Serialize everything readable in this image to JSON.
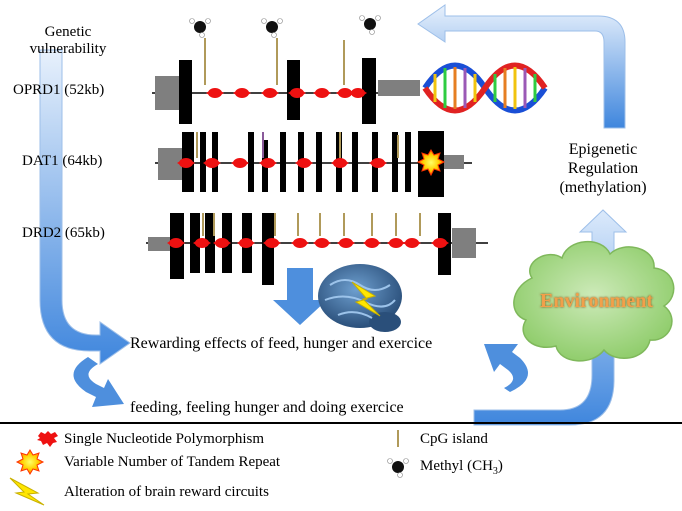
{
  "labels": {
    "genetic_vulnerability": "Genetic\nvulnerability",
    "epigenetic": "Epigenetic\nRegulation\n(methylation)",
    "environment": "Environment",
    "rewarding": "Rewarding effects of feed, hunger and exercice",
    "feeding": "feeding, feeling hunger and doing exercice"
  },
  "genes": [
    {
      "name": "OPRD1 (52kb)",
      "snp_count": 7,
      "cpg_count": 3,
      "methyl_count": 3
    },
    {
      "name": "DAT1 (64kb)",
      "snp_count": 7,
      "cpg_count": 4,
      "vntr_count": 1
    },
    {
      "name": "DRD2 (65kb)",
      "snp_count": 12,
      "cpg_count": 9
    }
  ],
  "legend": [
    {
      "icon": "snp-icon",
      "text": "Single Nucleotide Polymorphism"
    },
    {
      "icon": "vntr-icon",
      "text": "Variable Number of Tandem Repeat"
    },
    {
      "icon": "lightning-icon",
      "text": "Alteration of brain reward circuits"
    },
    {
      "icon": "cpg-icon",
      "text": "CpG island"
    },
    {
      "icon": "methyl-icon",
      "text": "Methyl (CH",
      "sub": "3",
      "suffix": ")"
    }
  ],
  "colors": {
    "arrow_blue": "#4a8fe0",
    "cloud_green": "#9bd27d",
    "environment_text": "#f2a04a",
    "exon": "#000000",
    "utr_grey": "#7f7f7f",
    "snp_red": "#ee1111",
    "cpg_line": "#b09a5a"
  }
}
